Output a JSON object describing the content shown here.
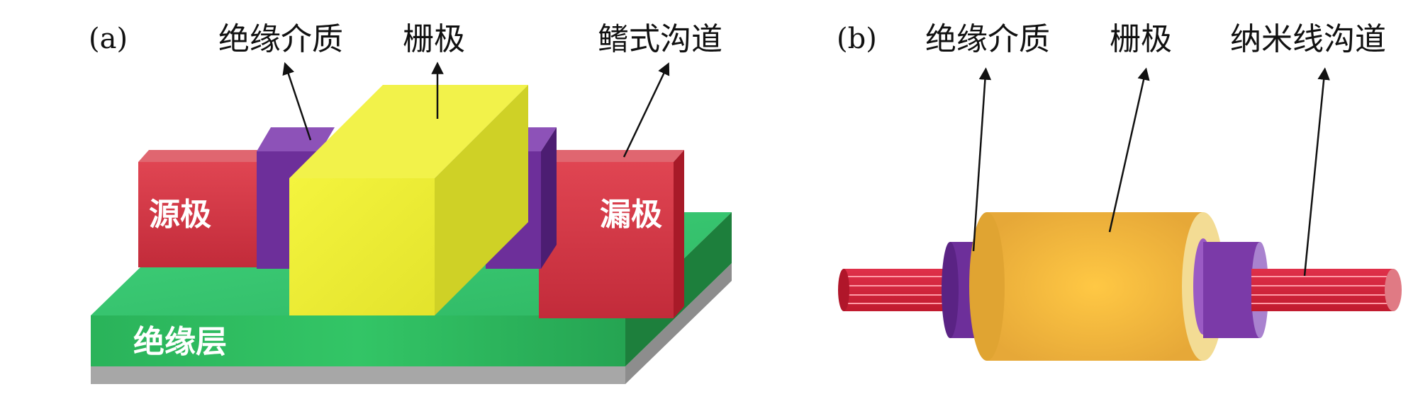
{
  "panel_a": {
    "tag": "(a)",
    "label_dielectric": "绝缘介质",
    "label_gate": "栅极",
    "label_fin": "鳍式沟道",
    "label_source": "源极",
    "label_drain": "漏极",
    "label_insulator": "绝缘层"
  },
  "panel_b": {
    "tag": "(b)",
    "label_dielectric": "绝缘介质",
    "label_gate": "栅极",
    "label_nanowire": "纳米线沟道"
  },
  "colors": {
    "source_drain": "#d93a48",
    "dielectric": "#7b3aa8",
    "gate_a": "#eef03a",
    "insulator": "#2fbe63",
    "substrate": "#a8a8a8",
    "gate_b": "#f0b83e",
    "nanowire": "#d8263a"
  }
}
